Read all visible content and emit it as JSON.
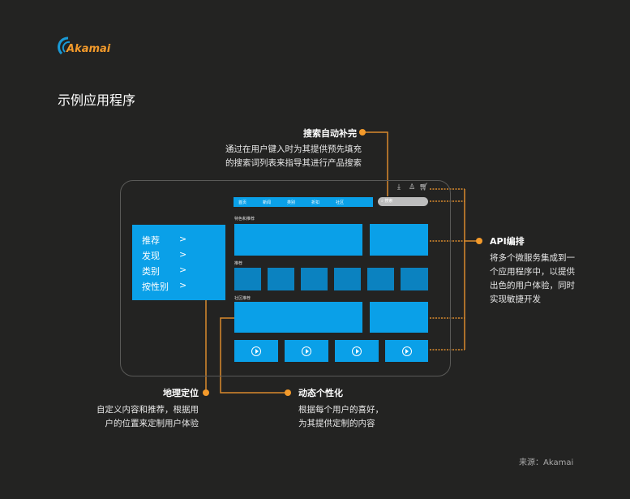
{
  "logo": {
    "text": "Akamai"
  },
  "title": "示例应用程序",
  "app": {
    "menu": [
      {
        "label": "推荐",
        "chevron": ">"
      },
      {
        "label": "发现",
        "chevron": ">"
      },
      {
        "label": "类别",
        "chevron": ">"
      },
      {
        "label": "按性别",
        "chevron": ">"
      }
    ],
    "nav": [
      "首页",
      "新闻",
      "类别",
      "折扣",
      "社区"
    ],
    "search_placeholder": "搜索",
    "sections": [
      "特色和推荐",
      "推荐",
      "社区推荐"
    ],
    "icons": [
      "download-icon",
      "user-icon",
      "cart-icon"
    ]
  },
  "annotations": {
    "search": {
      "title": "搜索自动补完",
      "text": [
        "通过在用户键入时为其提供预先填充",
        "的搜索词列表来指导其进行产品搜索"
      ]
    },
    "api": {
      "title": "API编排",
      "text": [
        "将多个微服务集成到一",
        "个应用程序中，以提供",
        "出色的用户体验，同时",
        "实现敏捷开发"
      ]
    },
    "geo": {
      "title": "地理定位",
      "text": [
        "自定义内容和推荐，根据用",
        "户的位置来定制用户体验"
      ]
    },
    "dynamic": {
      "title": "动态个性化",
      "text": [
        "根据每个用户的喜好，",
        "为其提供定制的内容"
      ]
    }
  },
  "source": "来源：Akamai",
  "colors": {
    "accent": "#f39a2b",
    "blue": "#0aa0e8",
    "dark_blue": "#0b82c0",
    "background": "#232322"
  }
}
